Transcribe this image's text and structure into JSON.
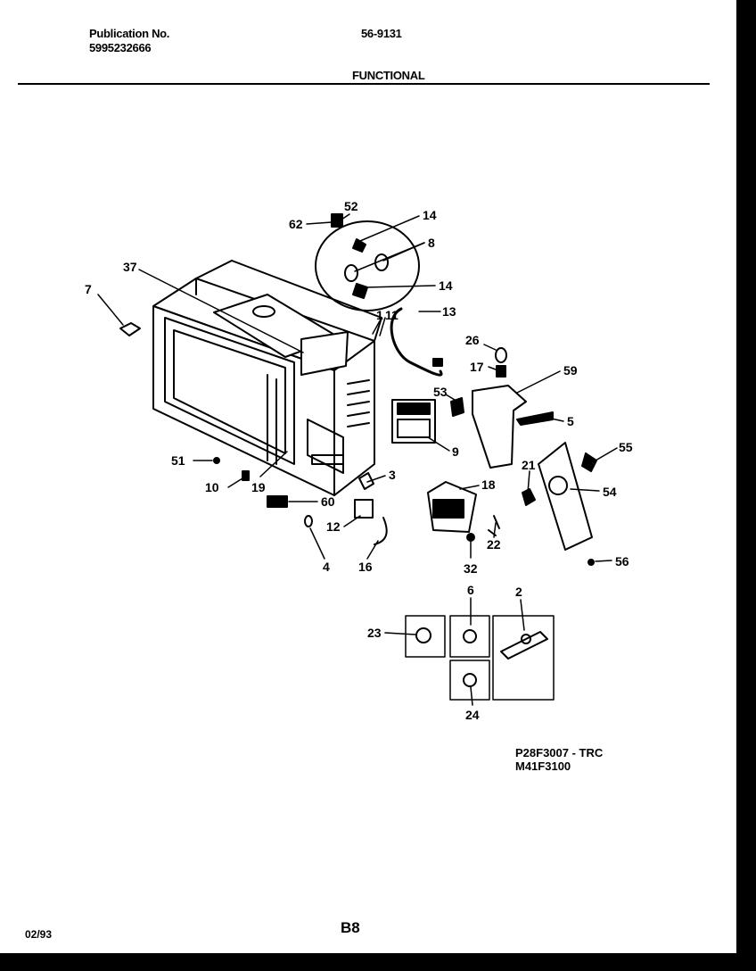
{
  "header": {
    "publication_label": "Publication No.",
    "publication_number": "5995232666",
    "model_code": "56-9131",
    "section_title": "FUNCTIONAL"
  },
  "part_callouts": [
    {
      "id": "c62",
      "label": "62"
    },
    {
      "id": "c52",
      "label": "52"
    },
    {
      "id": "c14a",
      "label": "14"
    },
    {
      "id": "c8",
      "label": "8"
    },
    {
      "id": "c14b",
      "label": "14"
    },
    {
      "id": "c37",
      "label": "37"
    },
    {
      "id": "c7",
      "label": "7"
    },
    {
      "id": "c1",
      "label": "1"
    },
    {
      "id": "c11",
      "label": "11"
    },
    {
      "id": "c13",
      "label": "13"
    },
    {
      "id": "c26",
      "label": "26"
    },
    {
      "id": "c17",
      "label": "17"
    },
    {
      "id": "c59",
      "label": "59"
    },
    {
      "id": "c53",
      "label": "53"
    },
    {
      "id": "c5",
      "label": "5"
    },
    {
      "id": "c9",
      "label": "9"
    },
    {
      "id": "c55",
      "label": "55"
    },
    {
      "id": "c51",
      "label": "51"
    },
    {
      "id": "c3",
      "label": "3"
    },
    {
      "id": "c21",
      "label": "21"
    },
    {
      "id": "c10",
      "label": "10"
    },
    {
      "id": "c19",
      "label": "19"
    },
    {
      "id": "c18",
      "label": "18"
    },
    {
      "id": "c54",
      "label": "54"
    },
    {
      "id": "c60",
      "label": "60"
    },
    {
      "id": "c12",
      "label": "12"
    },
    {
      "id": "c22",
      "label": "22"
    },
    {
      "id": "c56",
      "label": "56"
    },
    {
      "id": "c4",
      "label": "4"
    },
    {
      "id": "c16",
      "label": "16"
    },
    {
      "id": "c32",
      "label": "32"
    },
    {
      "id": "c6",
      "label": "6"
    },
    {
      "id": "c2",
      "label": "2"
    },
    {
      "id": "c23",
      "label": "23"
    },
    {
      "id": "c24",
      "label": "24"
    }
  ],
  "model_numbers": [
    "P28F3007 - TRC",
    "M41F3100"
  ],
  "footer": {
    "date": "02/93",
    "page": "B8"
  }
}
